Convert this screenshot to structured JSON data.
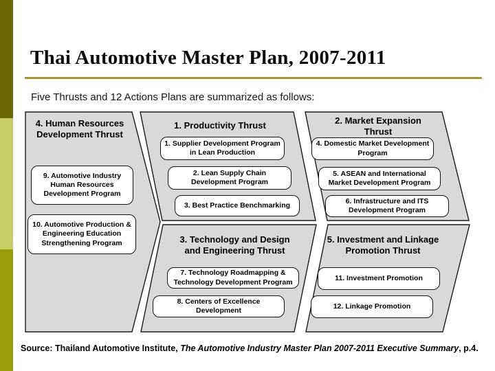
{
  "slide": {
    "title": "Thai Automotive Master Plan, 2007-2011",
    "subtitle": "Five Thrusts and 12 Actions Plans are summarized as follows:",
    "source": {
      "prefix": "Source: Thailand Automotive Institute, ",
      "italic": "The Automotive Industry Master Plan 2007-2011 Executive Summary",
      "suffix": ", p.4."
    }
  },
  "colors": {
    "bar_top": "#6b6703",
    "bar_middle": "#c8cb67",
    "bar_bottom": "#9a9d07",
    "rule": "#9e9639",
    "chevron_fill": "#d9d9d9",
    "chevron_border": "#1a1a1a",
    "box_fill": "#ffffff"
  },
  "diagram": {
    "groups": [
      {
        "heading": "4. Human Resources Development Thrust",
        "programs": [
          "9. Automotive Industry Human Resources Development Program",
          "10. Automotive Production & Engineering Education Strengthening Program"
        ]
      },
      {
        "heading": "1. Productivity Thrust",
        "programs": [
          "1. Supplier Development Program in Lean Production",
          "2. Lean Supply Chain Development Program",
          "3. Best Practice Benchmarking"
        ]
      },
      {
        "heading": "3. Technology and Design and Engineering Thrust",
        "programs": [
          "7. Technology Roadmapping & Technology Development Program",
          "8. Centers of Excellence Development"
        ]
      },
      {
        "heading": "2. Market Expansion Thrust",
        "programs": [
          "4. Domestic Market Development Program",
          "5. ASEAN and International Market Development Program",
          "6. Infrastructure and ITS Development Program"
        ]
      },
      {
        "heading": "5. Investment and Linkage Promotion Thrust",
        "programs": [
          "11. Investment Promotion",
          "12. Linkage Promotion"
        ]
      }
    ]
  }
}
